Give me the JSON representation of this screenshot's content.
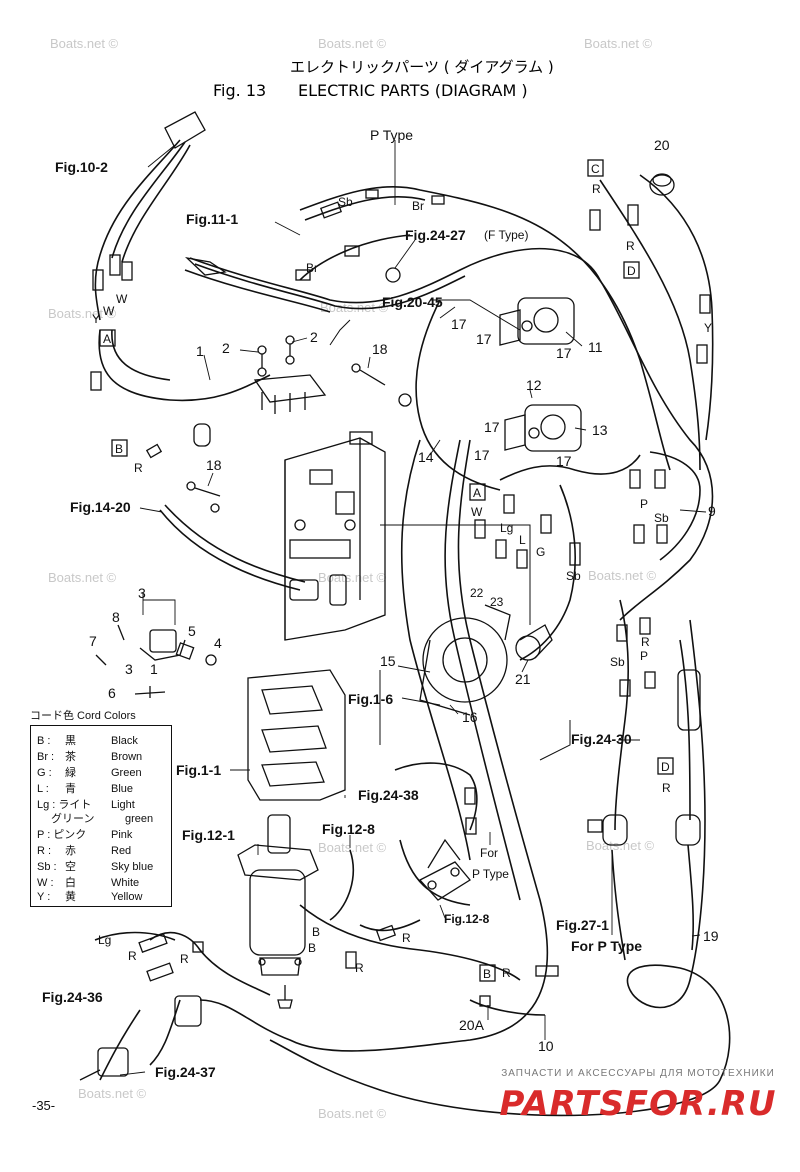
{
  "title": {
    "japanese": "エレクトリックパーツ ( ダイアグラム )",
    "fig": "Fig. 13",
    "english": "ELECTRIC PARTS (DIAGRAM )"
  },
  "page_number": "-35-",
  "watermark": "Boats.net ©",
  "brand": {
    "tagline": "ЗАПЧАСТИ И АКСЕССУАРЫ ДЛЯ МОТОТЕХНИКИ",
    "logo": "PARTSFOR.RU"
  },
  "legend": {
    "title": "コード色 Cord Colors",
    "rows": [
      {
        "code": "B :",
        "jp": "黒",
        "en": "Black"
      },
      {
        "code": "Br :",
        "jp": "茶",
        "en": "Brown"
      },
      {
        "code": "G :",
        "jp": "緑",
        "en": "Green"
      },
      {
        "code": "L :",
        "jp": "青",
        "en": "Blue"
      },
      {
        "code": "Lg : ライト",
        "jp": "",
        "en": "Light"
      },
      {
        "code": "グリーン",
        "jp": "",
        "en": "green"
      },
      {
        "code": "P : ピンク",
        "jp": "",
        "en": "Pink"
      },
      {
        "code": "R :",
        "jp": "赤",
        "en": "Red"
      },
      {
        "code": "Sb :",
        "jp": "空",
        "en": "Sky blue"
      },
      {
        "code": "W :",
        "jp": "白",
        "en": "White"
      },
      {
        "code": "Y :",
        "jp": "黄",
        "en": "Yellow"
      }
    ]
  },
  "labels": {
    "p_type": "P Type",
    "fig10_2": "Fig.10-2",
    "fig11_1": "Fig.11-1",
    "fig24_27": "Fig.24-27",
    "f_type": "(F Type)",
    "fig20_45": "Fig.20-45",
    "fig14_20": "Fig.14-20",
    "fig1_6": "Fig.1-6",
    "fig1_1": "Fig.1-1",
    "fig24_38": "Fig.24-38",
    "fig12_1": "Fig.12-1",
    "fig12_8a": "Fig.12-8",
    "fig12_8b": "Fig.12-8",
    "fig24_30": "Fig.24-30",
    "fig27_1": "Fig.27-1",
    "for_p_type_27": "For P Type",
    "fig24_36": "Fig.24-36",
    "fig24_37": "Fig.24-37",
    "for": "For",
    "p_type_b": "P Type"
  },
  "callouts": {
    "n1": "1",
    "n2a": "2",
    "n2b": "2",
    "n3": "3",
    "n3b": "3",
    "n1b": "1",
    "n4": "4",
    "n5": "5",
    "n6": "6",
    "n7": "7",
    "n8": "8",
    "n9": "9",
    "n10": "10",
    "n11": "11",
    "n12": "12",
    "n13": "13",
    "n14": "14",
    "n15": "15",
    "n16": "16",
    "n17a": "17",
    "n17b": "17",
    "n17c": "17",
    "n17d": "17",
    "n17e": "17",
    "n17f": "17",
    "n18a": "18",
    "n18b": "18",
    "n19": "19",
    "n20": "20",
    "n20a": "20A",
    "n21": "21",
    "n22": "22",
    "n23": "23"
  },
  "boxes": {
    "A1": "A",
    "A2": "A",
    "B1": "B",
    "B2": "B",
    "C1": "C",
    "D1": "D",
    "D2": "D"
  },
  "wire_colors": {
    "y1": "Y",
    "w1": "W",
    "w2": "W",
    "sb1": "Sb",
    "br1": "Br",
    "br2": "Br",
    "r1": "R",
    "r2": "R",
    "r3": "R",
    "r4": "R",
    "r5": "R",
    "r6": "R",
    "r7": "R",
    "y2": "Y",
    "p1": "P",
    "sb2": "Sb",
    "w3": "W",
    "lg1": "Lg",
    "l1": "L",
    "g1": "G",
    "sb3": "Sb",
    "sb4": "Sb",
    "p2": "P",
    "r8": "R",
    "lg2": "Lg",
    "b1": "B",
    "b2": "B",
    "r9": "R",
    "r10": "R"
  }
}
